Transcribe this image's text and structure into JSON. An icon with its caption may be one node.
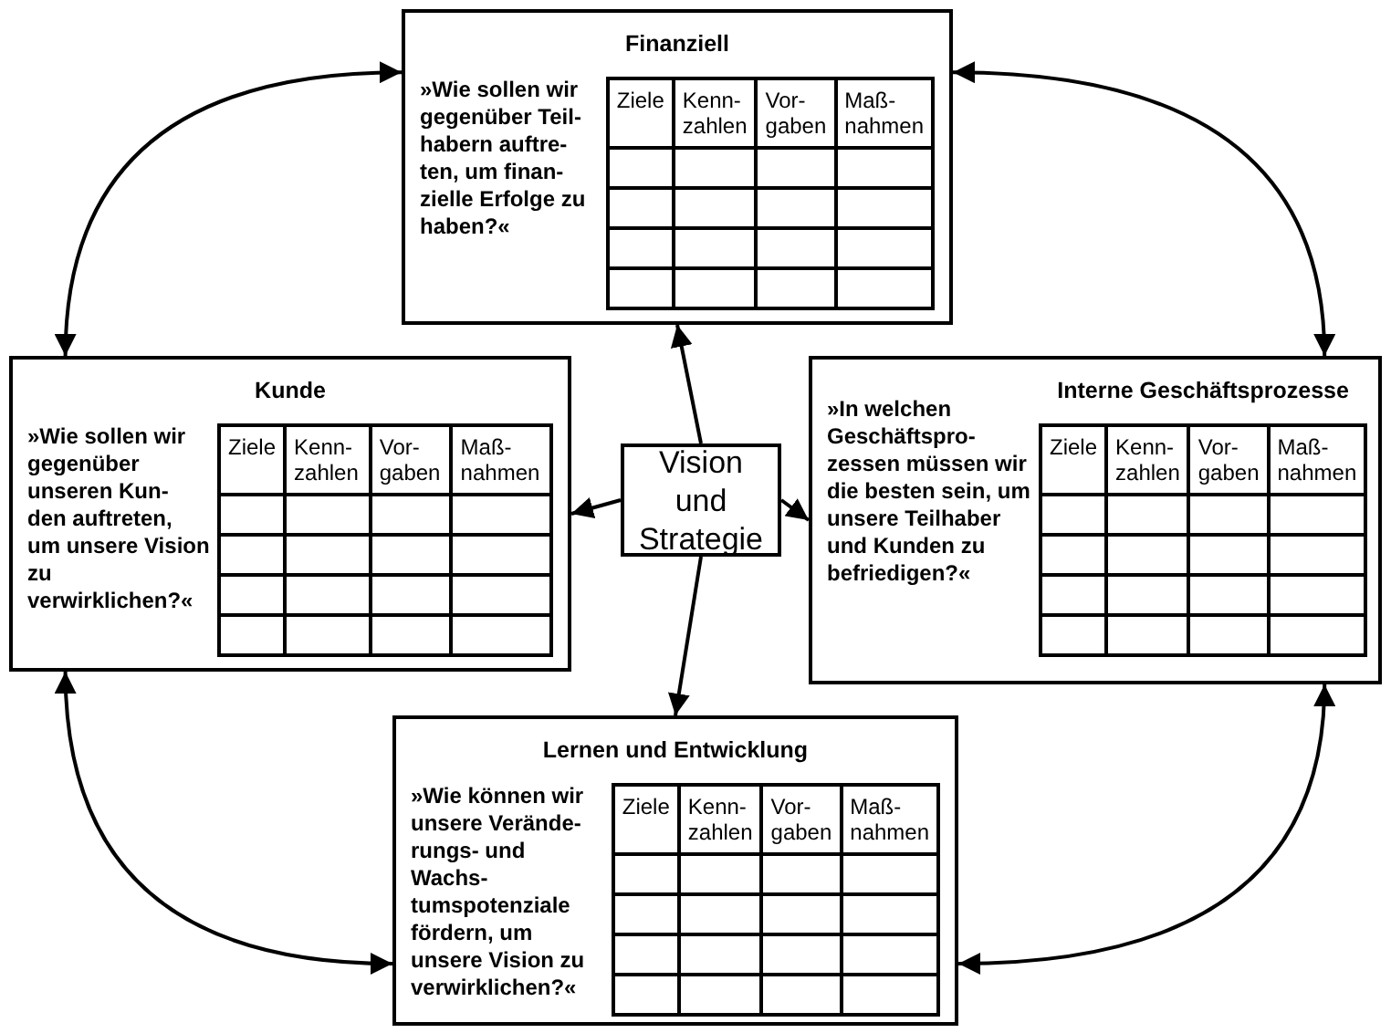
{
  "diagram": {
    "nodes": [
      {
        "text": [
          "Finanziell",
          "»Wie sollen wir gegenüber Teil- habern auftre- ten, um finan- zielle Erfolge zu haben?«",
          "Ziele",
          "Kenn- zahlen",
          "Vor- gaben",
          "Maß- nahmen"
        ]
      },
      {
        "text": [
          "Kunde",
          "»Wie sollen wir gegenüber unseren Kun- den auftreten, um unsere Vision zu verwirklichen?«",
          "Ziele",
          "Kenn- zahlen",
          "Vor- gaben",
          "Maß- nahmen"
        ]
      },
      {
        "text": [
          "Vision und Strategie"
        ]
      },
      {
        "text": [
          "Interne Geschäftsprozesse",
          "»In welchen Geschäftspro- zessen müssen wir die besten sein, um unsere Teilhaber und Kunden zu befriedigen?«",
          "Ziele",
          "Kenn- zahlen",
          "Vor- gaben",
          "Maß- nahmen"
        ]
      },
      {
        "text": [
          "Lernen und Entwicklung",
          "»Wie können wir unsere Verände- rungs- und Wachs- tumspotenziale fördern, um unsere Vision zu verwirklichen?«",
          "Ziele",
          "Kenn- zahlen",
          "Vor- gaben",
          "Maß- nahmen"
        ]
      }
    ],
    "edges": [
      {
        "from": 2,
        "to": 0,
        "arrow": "to"
      },
      {
        "from": 2,
        "to": 1,
        "arrow": "to"
      },
      {
        "from": 2,
        "to": 3,
        "arrow": "to"
      },
      {
        "from": 2,
        "to": 4,
        "arrow": "to"
      },
      {
        "from": 0,
        "to": 1,
        "arrow": "both"
      },
      {
        "from": 0,
        "to": 3,
        "arrow": "both"
      },
      {
        "from": 1,
        "to": 4,
        "arrow": "both"
      },
      {
        "from": 3,
        "to": 4,
        "arrow": "both"
      }
    ]
  }
}
